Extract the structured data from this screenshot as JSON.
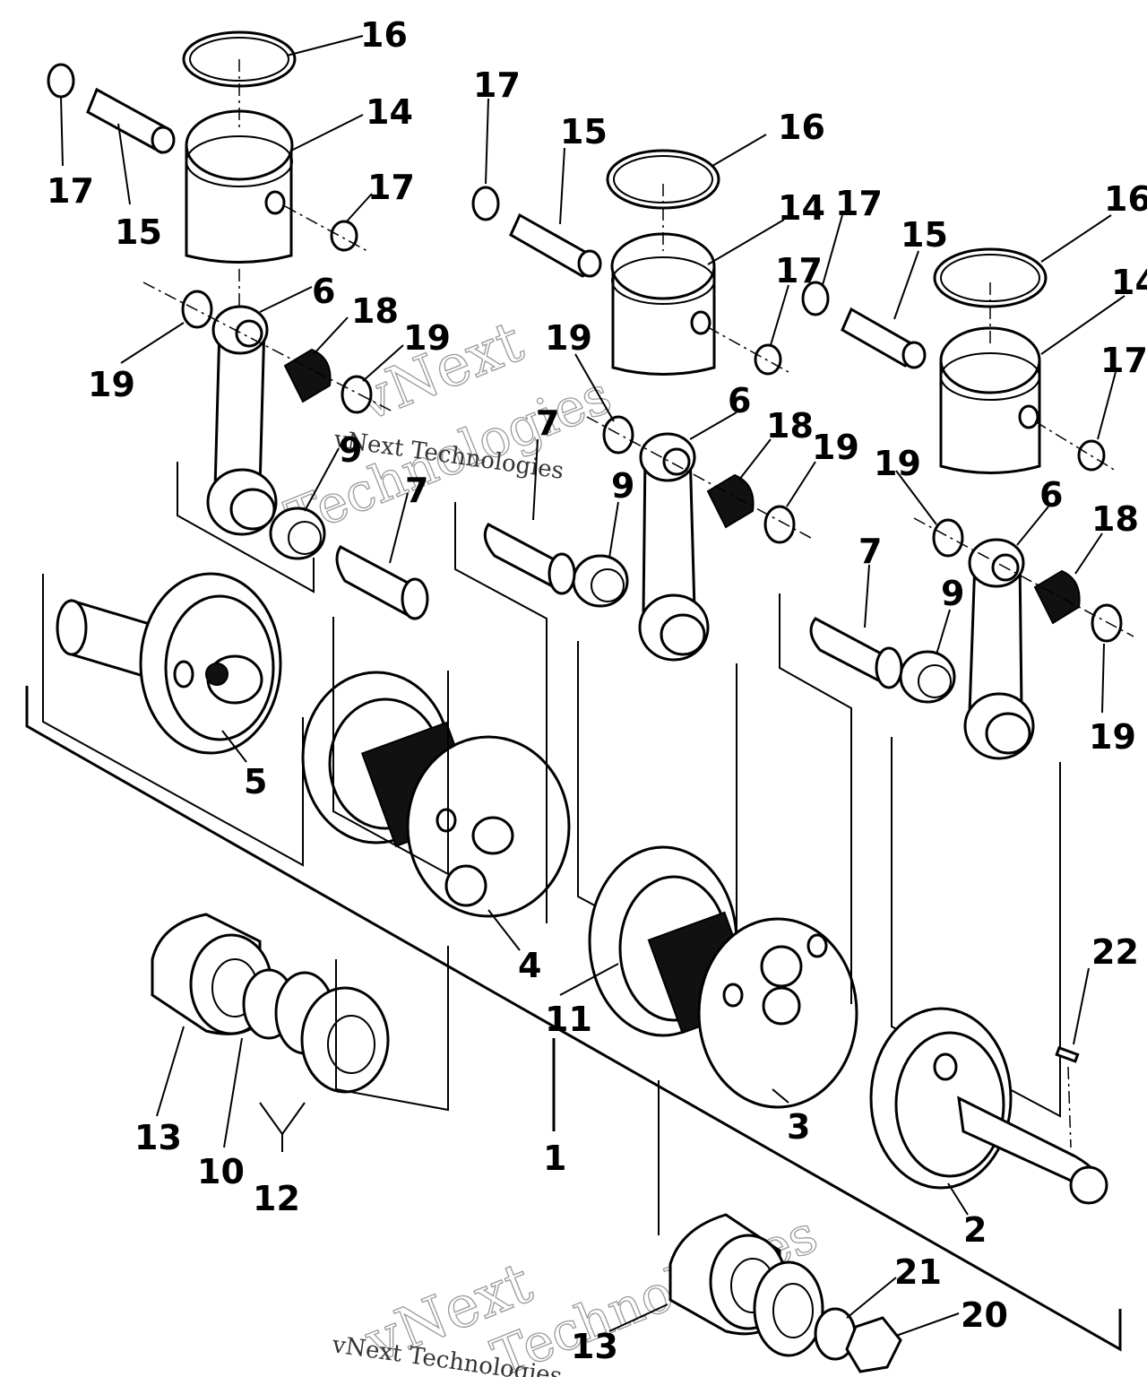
{
  "watermark": {
    "brand": "vNext",
    "word": "Technologies",
    "line": "vNext Technologies"
  },
  "callouts": {
    "c1": "1",
    "c2": "2",
    "c3": "3",
    "c4": "4",
    "c5": "5",
    "c6": "6",
    "c7": "7",
    "c9": "9",
    "c10": "10",
    "c11": "11",
    "c12": "12",
    "c13": "13",
    "c14": "14",
    "c15": "15",
    "c16": "16",
    "c17": "17",
    "c18": "18",
    "c19": "19",
    "c20": "20",
    "c21": "21",
    "c22": "22"
  }
}
